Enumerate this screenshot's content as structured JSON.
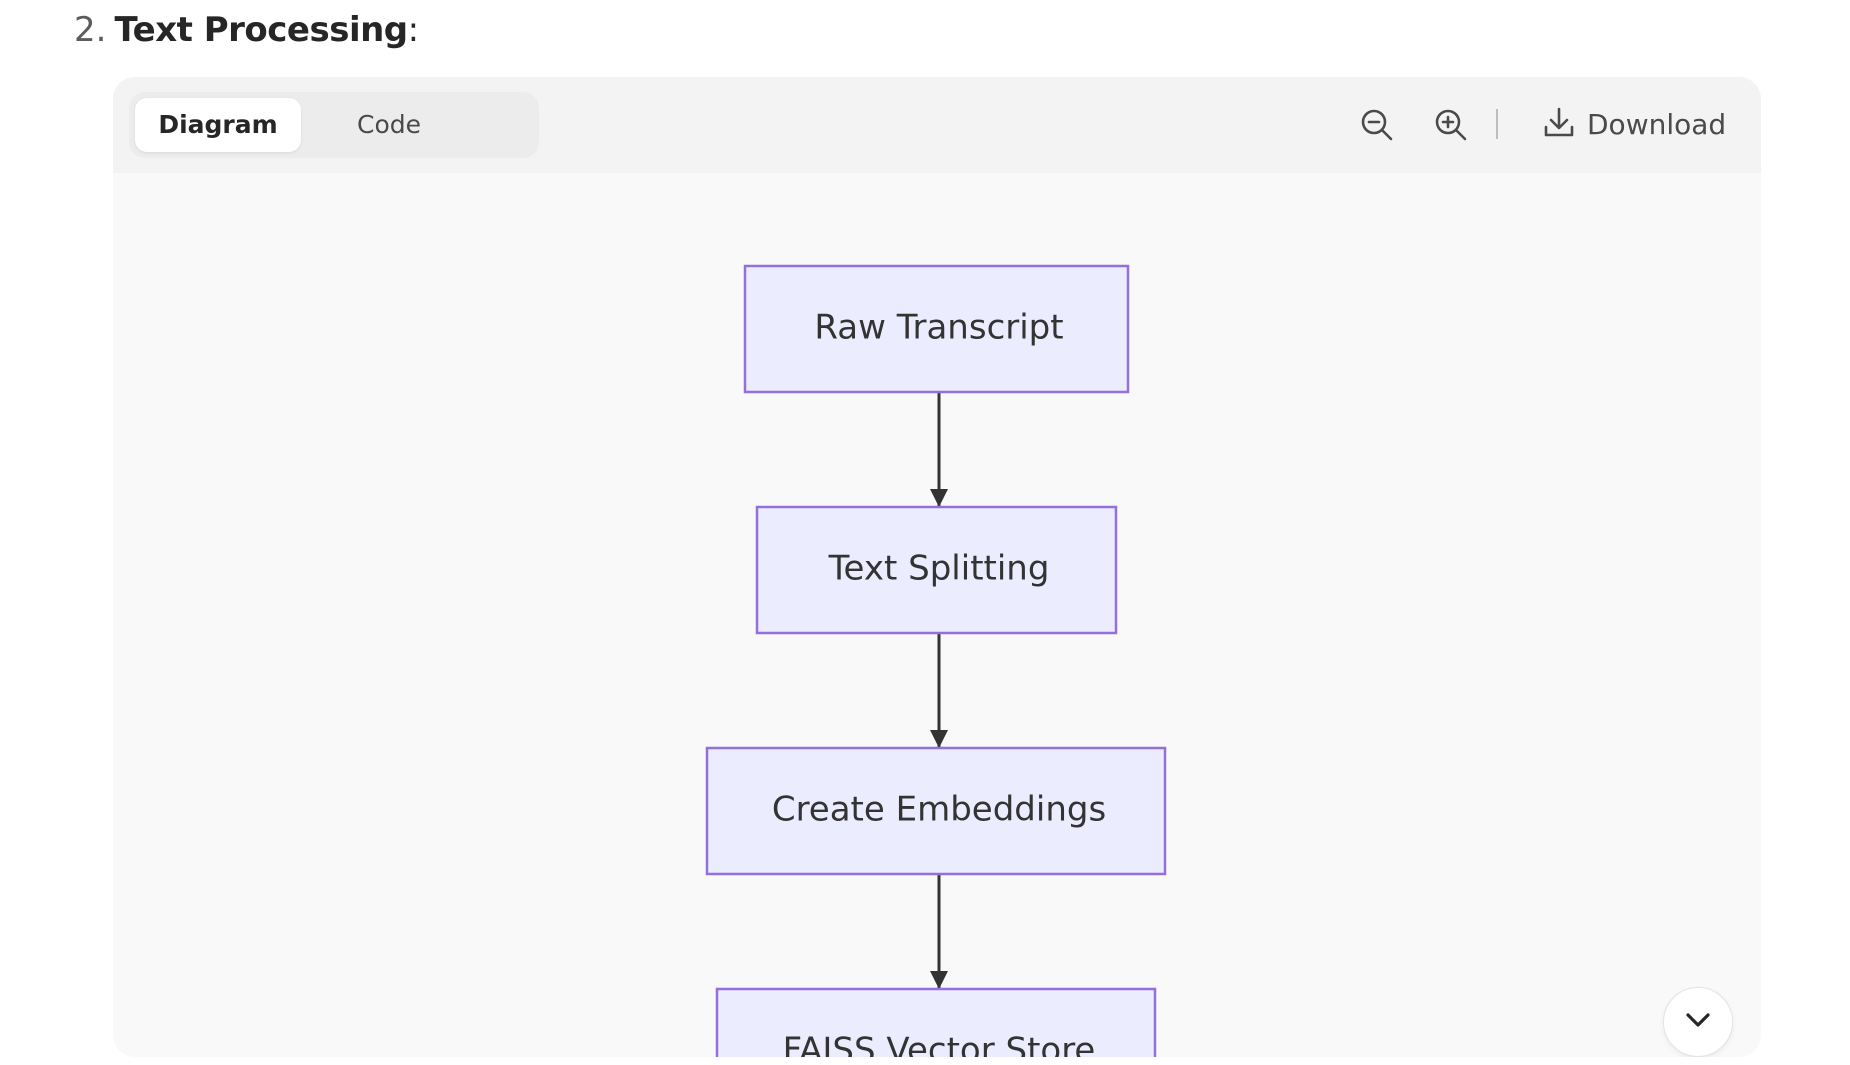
{
  "heading": {
    "number": "2.",
    "title": "Text Processing",
    "colon": ":"
  },
  "toolbar": {
    "tabs": [
      {
        "label": "Diagram",
        "active": true
      },
      {
        "label": "Code",
        "active": false
      }
    ],
    "zoom_out_icon": "zoom-out-icon",
    "zoom_in_icon": "zoom-in-icon",
    "download_label": "Download",
    "download_icon": "download-icon"
  },
  "diagram": {
    "nodes": [
      {
        "label": "Raw Transcript"
      },
      {
        "label": "Text Splitting"
      },
      {
        "label": "Create Embeddings"
      },
      {
        "label": "FAISS Vector Store"
      }
    ],
    "node_fill": "#ececff",
    "node_stroke": "#9370db",
    "edge_color": "#333333"
  },
  "scroll_button_icon": "chevron-down-icon"
}
